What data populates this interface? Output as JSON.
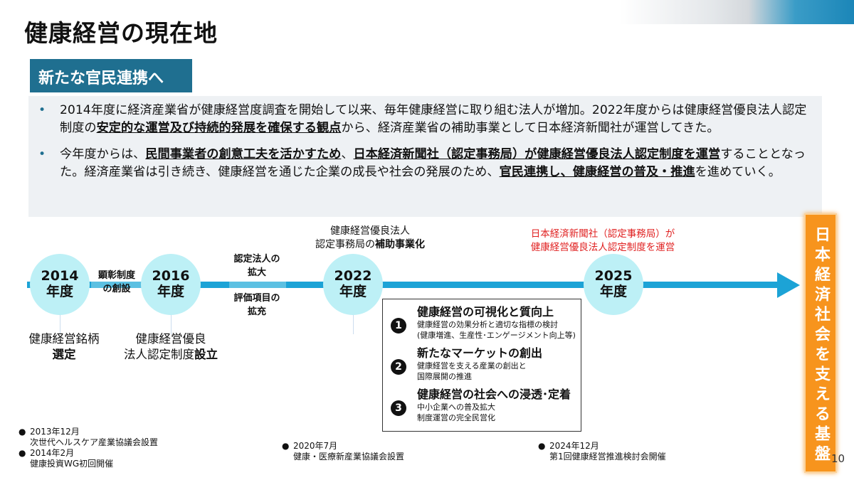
{
  "title": "健康経営の現在地",
  "subtitle": "新たな官民連携へ",
  "bullets": [
    {
      "p1": "2014年度に経済産業省が健康経営度調査を開始して以来、毎年健康経営に取り組む法人が増加。2022年度からは健康経営優良法人認定制度の",
      "b1": "安定的な運営及び持続的発展を確保する観点",
      "p2": "から、経済産業省の補助事業として日本経済新聞社が運営してきた。"
    },
    {
      "p1": "今年度からは、",
      "b1": "民間事業者の創意工夫を活かすため",
      "p2": "、",
      "b2": "日本経済新聞社（認定事務局）が健康経営優良法人認定制度を運営",
      "p3": "することとなった。経済産業省は引き続き、健康経営を通じた企業の成長や社会の発展のため、",
      "b3": "官民連携し、健康経営の普及・推進",
      "p4": "を進めていく。"
    }
  ],
  "bullet_symbol": "•",
  "timeline": {
    "milestones": [
      {
        "year": "2014",
        "unit": "年度"
      },
      {
        "year": "2016",
        "unit": "年度"
      },
      {
        "year": "2022",
        "unit": "年度"
      },
      {
        "year": "2025",
        "unit": "年度"
      }
    ],
    "between_2014_2016": [
      "顕彰制度",
      "の創設"
    ],
    "between_2016_2022_top": [
      "認定法人の",
      "拡大"
    ],
    "between_2016_2022_bottom": [
      "評価項目の",
      "拡充"
    ],
    "below_2014": {
      "line1": "健康経営銘柄",
      "bold": "選定"
    },
    "below_2016": {
      "line1": "健康経営優良",
      "line2": "法人認定制度",
      "bold": "設立"
    },
    "above_2022": {
      "line1": "健康経営優良法人",
      "line2": "認定事務局の",
      "bold": "補助事業化"
    },
    "above_2025": [
      "日本経済新聞社（認定事務局）が",
      "健康経営優良法人認定制度を運営"
    ]
  },
  "box_items": [
    {
      "num": "1",
      "title": "健康経営の可視化と質向上",
      "d1": "健康経営の効果分析と適切な指標の検討",
      "d2": "(健康増進、生産性･エンゲージメント向上等)"
    },
    {
      "num": "2",
      "title": "新たなマーケットの創出",
      "d1": "健康経営を支える産業の創出と",
      "d2": "国際展開の推進"
    },
    {
      "num": "3",
      "title": "健康経営の社会への浸透･定着",
      "d1": "中小企業への普及拡大",
      "d2": "制度運営の完全民営化"
    }
  ],
  "side_banner": "日本経済社会を支える基盤へ",
  "notes": [
    {
      "date": "2013年12月",
      "text": "次世代ヘルスケア産業協議会設置"
    },
    {
      "date": "2014年2月",
      "text": "健康投資WG初回開催"
    },
    {
      "date": "2020年7月",
      "text": "健康・医療新産業協議会設置"
    },
    {
      "date": "2024年12月",
      "text": "第1回健康経営推進検討会開催"
    }
  ],
  "note_symbol": "●",
  "page_number": "10",
  "colors": {
    "accent": "#1ca3d6",
    "header_box": "#1f6f90",
    "circle": "#bdf0f6",
    "banner": "#f7941d",
    "red_text": "#e02020"
  }
}
